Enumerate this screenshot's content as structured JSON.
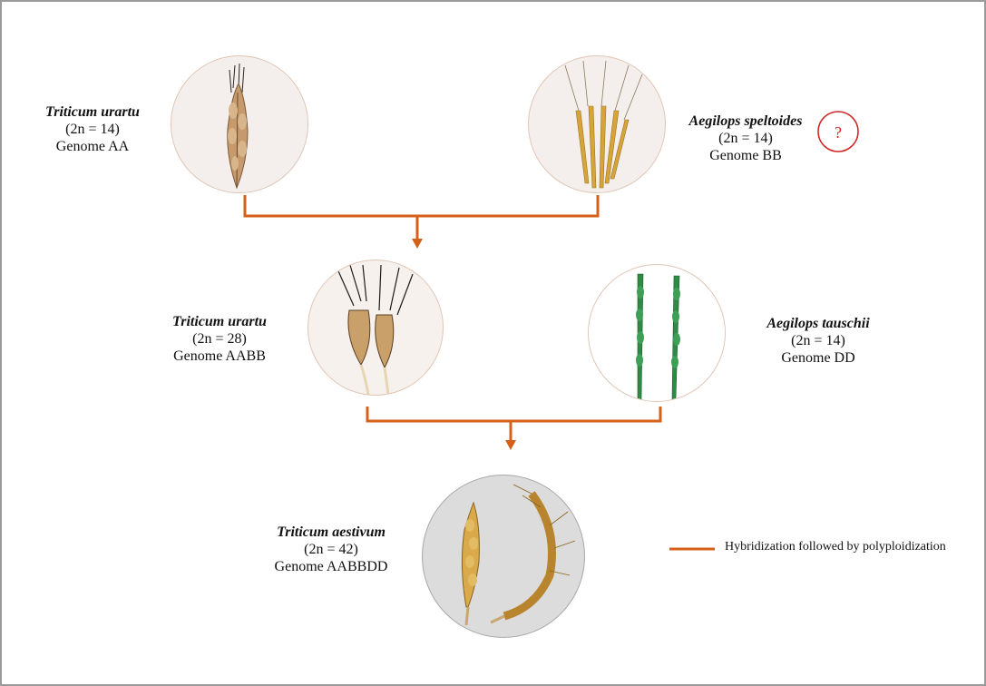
{
  "nodes": [
    {
      "id": "t-urartu-aa",
      "species": "Triticum urartu",
      "chromosomes": "(2n = 14)",
      "genome": "Genome AA"
    },
    {
      "id": "ae-speltoides",
      "species": "Aegilops speltoides",
      "chromosomes": "(2n = 14)",
      "genome": "Genome BB"
    },
    {
      "id": "t-urartu-aabb",
      "species": "Triticum urartu",
      "chromosomes": "(2n = 28)",
      "genome": "Genome AABB"
    },
    {
      "id": "ae-tauschii",
      "species": "Aegilops tauschii",
      "chromosomes": "(2n = 14)",
      "genome": "Genome DD"
    },
    {
      "id": "t-aestivum",
      "species": "Triticum aestivum",
      "chromosomes": "(2n = 42)",
      "genome": "Genome AABBDD"
    }
  ],
  "question_mark": "?",
  "legend": {
    "label": "Hybridization followed by polyploidization"
  },
  "colors": {
    "connector": "#d4601a",
    "circle_border": "#e0c6b6",
    "question": "#d22222",
    "final_circle_bg": "#dcdcdc"
  }
}
